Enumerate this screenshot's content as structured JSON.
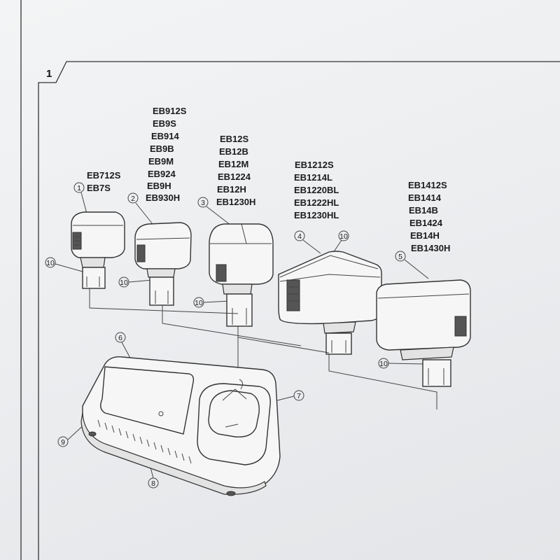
{
  "figure": {
    "number": "1",
    "callouts": [
      "1",
      "2",
      "3",
      "4",
      "5",
      "6",
      "7",
      "8",
      "9",
      "10"
    ]
  },
  "batteries": [
    {
      "callout": "1",
      "models": [
        "EB712S",
        "EB7S"
      ]
    },
    {
      "callout": "2",
      "models": [
        "EB912S",
        "EB9S",
        "EB914",
        "EB9B",
        "EB9M",
        "EB924",
        "EB9H",
        "EB930H"
      ]
    },
    {
      "callout": "3",
      "models": [
        "EB12S",
        "EB12B",
        "EB12M",
        "EB1224",
        "EB12H",
        "EB1230H"
      ]
    },
    {
      "callout": "4",
      "models": [
        "EB1212S",
        "EB1214L",
        "EB1220BL",
        "EB1222HL",
        "EB1230HL"
      ]
    },
    {
      "callout": "5",
      "models": [
        "EB1412S",
        "EB1414",
        "EB14B",
        "EB1424",
        "EB14H",
        "EB1430H"
      ]
    }
  ],
  "colors": {
    "line": "#333333",
    "paper": "#eceef0",
    "text": "#1c1c1c"
  }
}
